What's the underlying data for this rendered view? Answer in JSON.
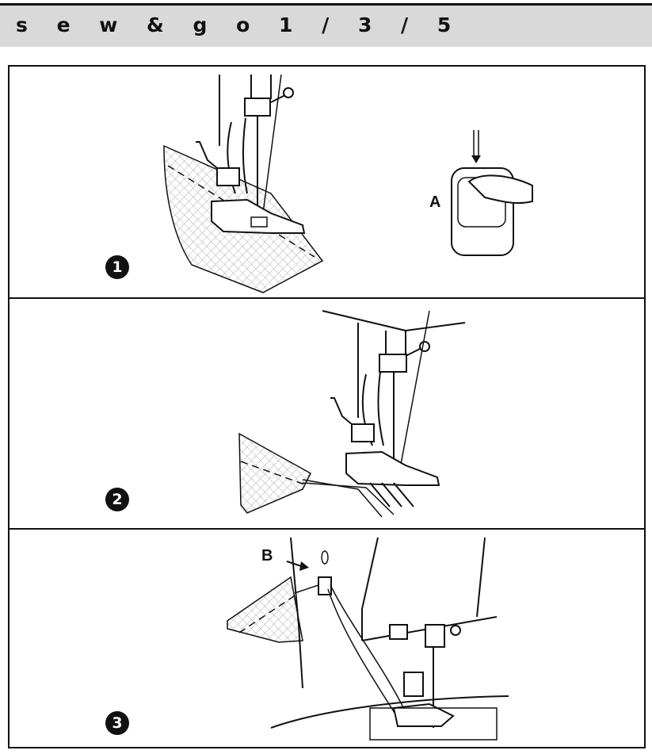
{
  "header": {
    "title": "s e w & g o 1 / 3 / 5"
  },
  "steps": [
    {
      "number": "1",
      "callout": "A"
    },
    {
      "number": "2"
    },
    {
      "number": "3",
      "callout": "B"
    }
  ]
}
